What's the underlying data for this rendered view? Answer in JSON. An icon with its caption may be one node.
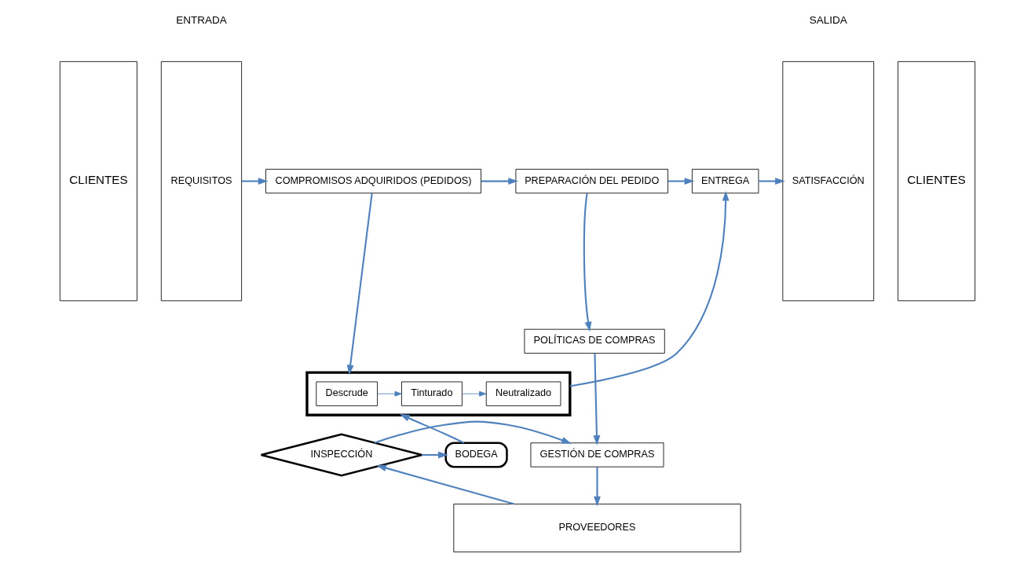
{
  "diagram": {
    "nodes": [
      {
        "text": [
          "CLIENTES"
        ]
      },
      {
        "text": [
          "REQUISITOS"
        ]
      },
      {
        "text": [
          "COMPROMISOS ADQUIRIDOS (PEDIDOS)"
        ]
      },
      {
        "text": [
          "PREPARACIÓN DEL PEDIDO"
        ]
      },
      {
        "text": [
          "ENTREGA"
        ]
      },
      {
        "text": [
          "SATISFACCIÓN"
        ]
      },
      {
        "text": [
          "CLIENTES"
        ]
      },
      {
        "text": [
          "POLÍTICAS DE COMPRAS"
        ]
      },
      {
        "text": [],
        "shape": "box"
      },
      {
        "text": [
          "Descrude"
        ],
        "in": 8
      },
      {
        "text": [
          "Tinturado"
        ],
        "in": 8
      },
      {
        "text": [
          "Neutralizado"
        ],
        "in": 8
      },
      {
        "text": [
          "BODEGA"
        ]
      },
      {
        "text": [
          "INSPECCIÓN"
        ]
      },
      {
        "text": [
          "GESTIÓN DE COMPRAS"
        ]
      },
      {
        "text": [
          "PROVEEDORES"
        ]
      }
    ],
    "edges": [
      {
        "from": 1,
        "to": 2,
        "arrow": "to"
      },
      {
        "from": 2,
        "to": 3,
        "arrow": "to"
      },
      {
        "from": 3,
        "to": 4,
        "arrow": "to"
      },
      {
        "from": 4,
        "to": 5,
        "arrow": "to"
      },
      {
        "from": 2,
        "to": 8,
        "arrow": "to"
      },
      {
        "from": 3,
        "to": 7,
        "arrow": "to"
      },
      {
        "from": 7,
        "to": 14,
        "arrow": "to"
      },
      {
        "from": 8,
        "to": 4,
        "arrow": "to"
      },
      {
        "from": 9,
        "to": 10,
        "arrow": "to"
      },
      {
        "from": 10,
        "to": 11,
        "arrow": "to"
      },
      {
        "from": 12,
        "to": 8,
        "arrow": "to"
      },
      {
        "from": 13,
        "to": 12,
        "arrow": "to"
      },
      {
        "from": 13,
        "to": 14,
        "arrow": "to"
      },
      {
        "from": 15,
        "to": 13,
        "arrow": "to"
      },
      {
        "from": 14,
        "to": 15,
        "arrow": "to"
      }
    ],
    "labels": [
      "ENTRADA",
      "SALIDA"
    ]
  }
}
